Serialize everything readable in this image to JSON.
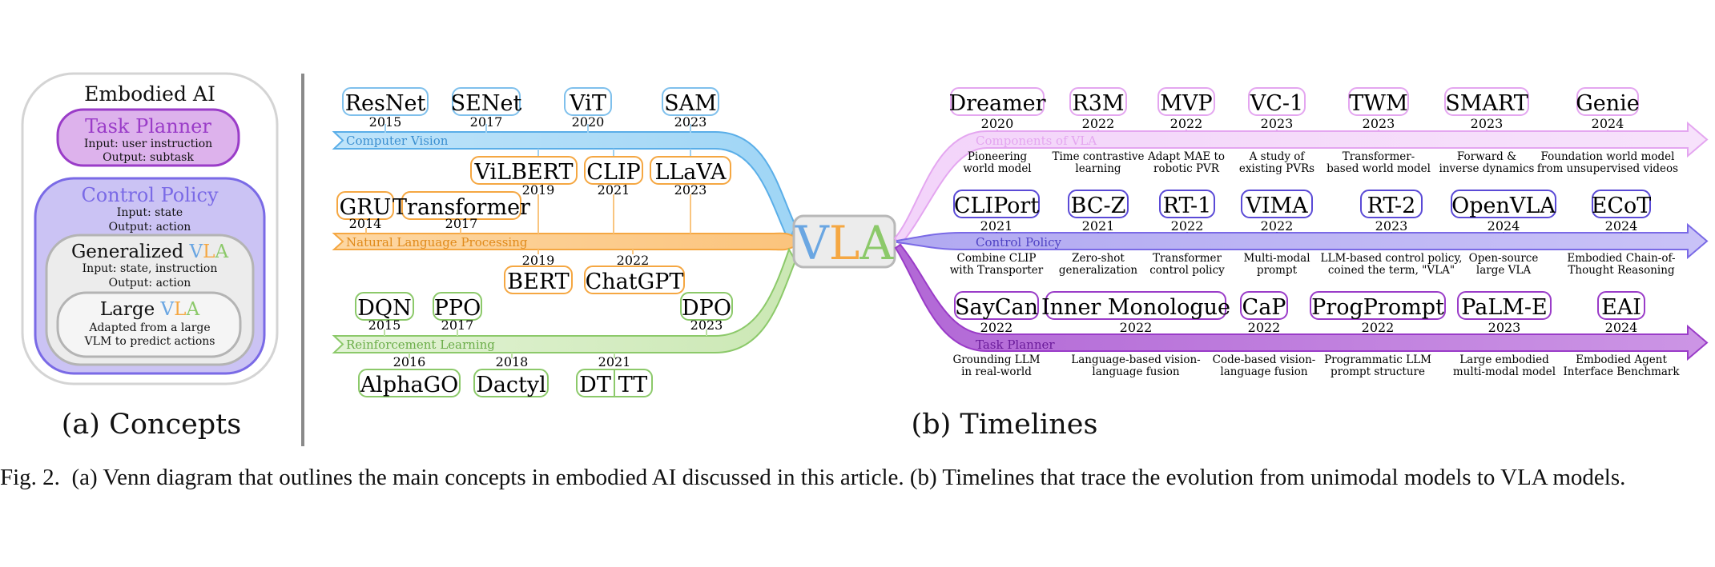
{
  "concepts": {
    "title": "Embodied AI",
    "task_planner": {
      "title": "Task Planner",
      "input": "Input: user instruction",
      "output": "Output: subtask"
    },
    "control_policy": {
      "title": "Control Policy",
      "input": "Input: state",
      "output": "Output: action"
    },
    "generalized": {
      "prefix": "Generalized ",
      "vla_v": "V",
      "vla_l": "L",
      "vla_a": "A",
      "input": "Input: state, instruction",
      "output": "Output: action"
    },
    "large": {
      "prefix": "Large ",
      "vla_v": "V",
      "vla_l": "L",
      "vla_a": "A",
      "line1": "Adapted from a large",
      "line2": "VLM to predict actions"
    },
    "caption": "(a) Concepts"
  },
  "hub": {
    "v": "V",
    "l": "L",
    "a": "A"
  },
  "left_lanes": {
    "cv": {
      "label": "Computer Vision",
      "items": [
        {
          "name": "ResNet",
          "year": "2015"
        },
        {
          "name": "SENet",
          "year": "2017"
        },
        {
          "name": "ViT",
          "year": "2020"
        },
        {
          "name": "SAM",
          "year": "2023"
        }
      ]
    },
    "vl": {
      "items": [
        {
          "name": "ViLBERT",
          "year": "2019"
        },
        {
          "name": "CLIP",
          "year": "2021"
        },
        {
          "name": "LLaVA",
          "year": "2023"
        }
      ]
    },
    "nlp": {
      "label": "Natural Language Processing",
      "items_top": [
        {
          "name": "GRU",
          "year": "2014"
        },
        {
          "name": "Transformer",
          "year": "2017"
        }
      ],
      "items_bottom": [
        {
          "name": "BERT",
          "year": "2019"
        },
        {
          "name": "ChatGPT",
          "year": "2022"
        }
      ]
    },
    "rl": {
      "label": "Reinforcement Learning",
      "items_top": [
        {
          "name": "DQN",
          "year": "2015"
        },
        {
          "name": "PPO",
          "year": "2017"
        },
        {
          "name": "DPO",
          "year": "2023"
        }
      ],
      "items_bottom": [
        {
          "name": "AlphaGO",
          "year": "2016"
        },
        {
          "name": "Dactyl",
          "year": "2018"
        },
        {
          "name": "DT",
          "year": "2021"
        },
        {
          "name": "TT",
          "year": ""
        }
      ]
    }
  },
  "right_lanes": {
    "components": {
      "label": "Components of VLA",
      "items": [
        {
          "name": "Dreamer",
          "year": "2020",
          "d1": "Pioneering",
          "d2": "world model"
        },
        {
          "name": "R3M",
          "year": "2022",
          "d1": "Time contrastive",
          "d2": "learning"
        },
        {
          "name": "MVP",
          "year": "2022",
          "d1": "Adapt MAE to",
          "d2": "robotic PVR"
        },
        {
          "name": "VC-1",
          "year": "2023",
          "d1": "A study of",
          "d2": "existing PVRs"
        },
        {
          "name": "TWM",
          "year": "2023",
          "d1": "Transformer-",
          "d2": "based world model"
        },
        {
          "name": "SMART",
          "year": "2023",
          "d1": "Forward &",
          "d2": "inverse dynamics"
        },
        {
          "name": "Genie",
          "year": "2024",
          "d1": "Foundation world model",
          "d2": "from unsupervised videos"
        }
      ]
    },
    "control": {
      "label": "Control Policy",
      "items": [
        {
          "name": "CLIPort",
          "year": "2021",
          "d1": "Combine CLIP",
          "d2": "with Transporter"
        },
        {
          "name": "BC-Z",
          "year": "2021",
          "d1": "Zero-shot",
          "d2": "generalization"
        },
        {
          "name": "RT-1",
          "year": "2022",
          "d1": "Transformer",
          "d2": "control policy"
        },
        {
          "name": "VIMA",
          "year": "2022",
          "d1": "Multi-modal",
          "d2": "prompt"
        },
        {
          "name": "RT-2",
          "year": "2023",
          "d1": "LLM-based control policy,",
          "d2": "coined the term, \"VLA\""
        },
        {
          "name": "OpenVLA",
          "year": "2024",
          "d1": "Open-source",
          "d2": "large VLA"
        },
        {
          "name": "ECoT",
          "year": "2024",
          "d1": "Embodied Chain-of-",
          "d2": "Thought Reasoning"
        }
      ]
    },
    "planner": {
      "label": "Task Planner",
      "items": [
        {
          "name": "SayCan",
          "year": "2022",
          "d1": "Grounding LLM",
          "d2": "in real-world"
        },
        {
          "name": "Inner Monologue",
          "year": "2022",
          "d1": "Language-based vision-",
          "d2": "language fusion"
        },
        {
          "name": "CaP",
          "year": "2022",
          "d1": "Code-based vision-",
          "d2": "language fusion"
        },
        {
          "name": "ProgPrompt",
          "year": "2022",
          "d1": "Programmatic LLM",
          "d2": "prompt structure"
        },
        {
          "name": "PaLM-E",
          "year": "2023",
          "d1": "Large embodied",
          "d2": "multi-modal model"
        },
        {
          "name": "EAI",
          "year": "2024",
          "d1": "Embodied Agent",
          "d2": "Interface Benchmark"
        }
      ]
    }
  },
  "timelines_caption": "(b) Timelines",
  "figure_caption": {
    "label": "Fig. 2.",
    "text": "(a) Venn diagram that outlines the main concepts in embodied AI discussed in this article. (b) Timelines that trace the evolution from unimodal models to VLA models."
  },
  "colors": {
    "cv": "#5aaee8",
    "nlp": "#f5a742",
    "rl": "#8cc96a",
    "components": "#e4a6f0",
    "control": "#7a6ae6",
    "planner": "#9a3cc8",
    "hub_v": "#6aa6e2",
    "hub_l": "#f5a742",
    "hub_a": "#8cc96a"
  }
}
